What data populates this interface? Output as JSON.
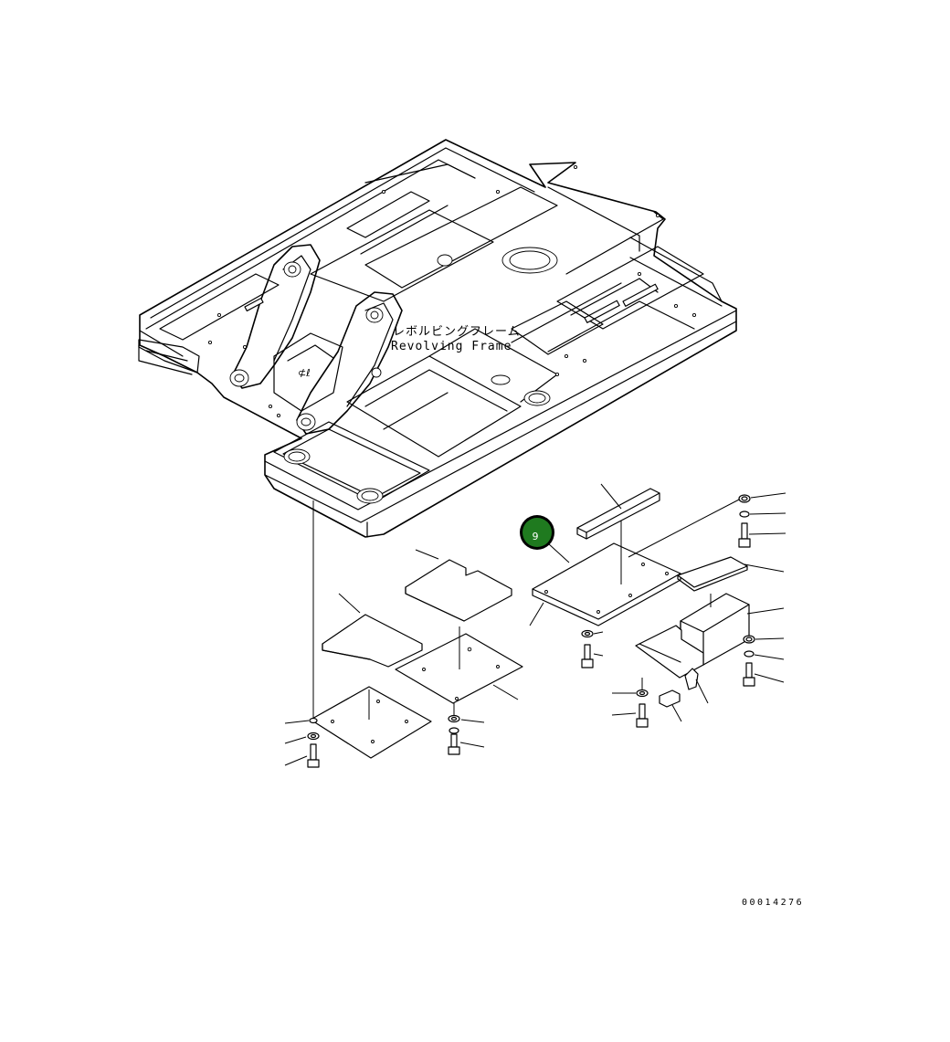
{
  "diagram": {
    "frame_label_ja": "レボルビングフレーム",
    "frame_label_en": "Revolving Frame",
    "drawing_number": "00014276",
    "callout": {
      "number": "9",
      "color": "#1f7a1f",
      "ring_color": "#000000"
    }
  }
}
